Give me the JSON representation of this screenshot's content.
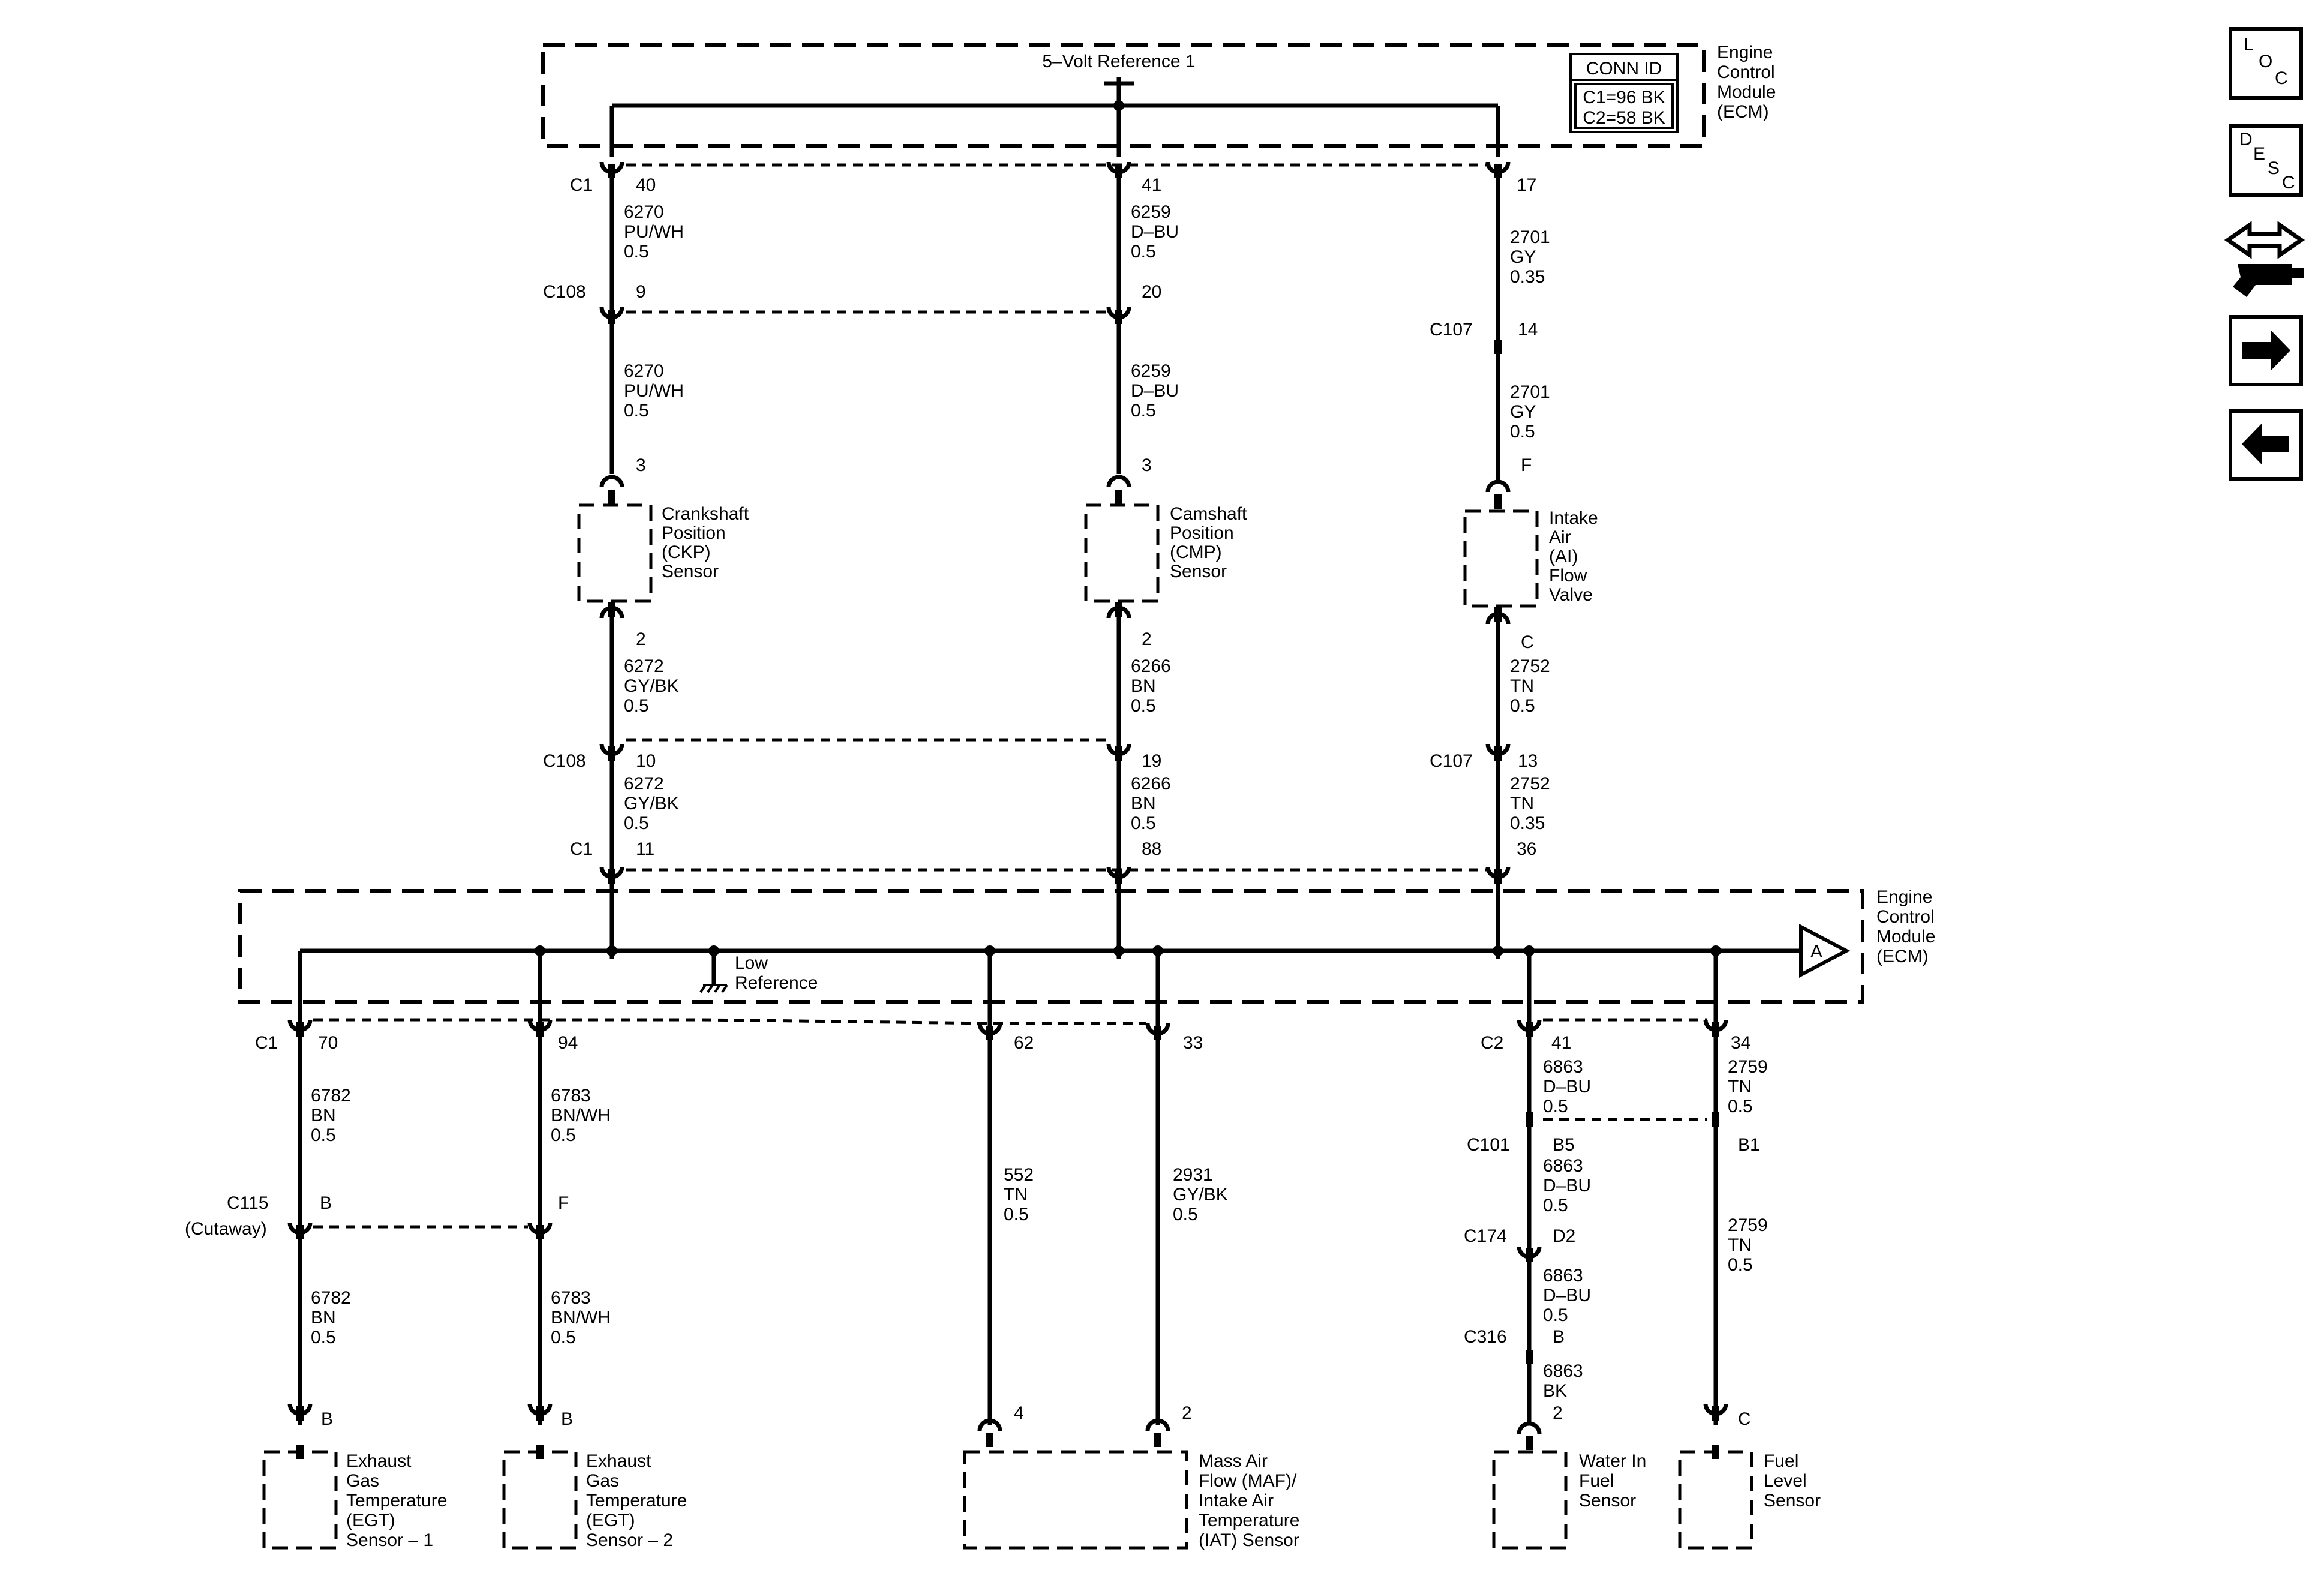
{
  "ecm_top": {
    "title_lines": [
      "Engine",
      "Control",
      "Module",
      "(ECM)"
    ],
    "supply_label": "5–Volt Reference 1",
    "conn_id": {
      "header": "CONN ID",
      "rows": [
        "C1=96 BK",
        "C2=58 BK"
      ]
    }
  },
  "ecm_bottom": {
    "title_lines": [
      "Engine",
      "Control",
      "Module",
      "(ECM)"
    ],
    "ground_label_lines": [
      "Low",
      "Reference"
    ],
    "offpage_ref": "A"
  },
  "connectors": {
    "c1": "C1",
    "c2": "C2",
    "c101": "C101",
    "c107": "C107",
    "c108": "C108",
    "c115": "C115",
    "c115_note": "(Cutaway)",
    "c174": "C174",
    "c316": "C316"
  },
  "pins": {
    "p40": "40",
    "p41": "41",
    "p17": "17",
    "p9": "9",
    "p20": "20",
    "p14": "14",
    "ckp_3": "3",
    "cmp_3": "3",
    "ai_f": "F",
    "ckp_2": "2",
    "cmp_2": "2",
    "ai_c": "C",
    "p10": "10",
    "p19": "19",
    "p13": "13",
    "p11": "11",
    "p88": "88",
    "p36": "36",
    "p70": "70",
    "p94": "94",
    "p62": "62",
    "p33": "33",
    "c2_41": "41",
    "c2_34": "34",
    "c101_b5": "B5",
    "c101_b1": "B1",
    "c115_b": "B",
    "c115_f": "F",
    "c174_d2": "D2",
    "c316_b": "B",
    "egt1_b": "B",
    "egt2_b": "B",
    "maf_4": "4",
    "maf_2": "2",
    "wif_2": "2",
    "fls_c": "C"
  },
  "wires": {
    "w1": [
      "6270",
      "PU/WH",
      "0.5"
    ],
    "w2": [
      "6259",
      "D–BU",
      "0.5"
    ],
    "w3": [
      "2701",
      "GY",
      "0.35"
    ],
    "w4": [
      "6270",
      "PU/WH",
      "0.5"
    ],
    "w5": [
      "6259",
      "D–BU",
      "0.5"
    ],
    "w6": [
      "2701",
      "GY",
      "0.5"
    ],
    "w7": [
      "6272",
      "GY/BK",
      "0.5"
    ],
    "w8": [
      "6266",
      "BN",
      "0.5"
    ],
    "w9": [
      "2752",
      "TN",
      "0.5"
    ],
    "w10": [
      "6272",
      "GY/BK",
      "0.5"
    ],
    "w11": [
      "6266",
      "BN",
      "0.5"
    ],
    "w12": [
      "2752",
      "TN",
      "0.35"
    ],
    "w13": [
      "6782",
      "BN",
      "0.5"
    ],
    "w14": [
      "6783",
      "BN/WH",
      "0.5"
    ],
    "w15": [
      "552",
      "TN",
      "0.5"
    ],
    "w16": [
      "2931",
      "GY/BK",
      "0.5"
    ],
    "w17": [
      "6863",
      "D–BU",
      "0.5"
    ],
    "w18": [
      "2759",
      "TN",
      "0.5"
    ],
    "w19": [
      "6863",
      "D–BU",
      "0.5"
    ],
    "w20": [
      "6863",
      "D–BU",
      "0.5"
    ],
    "w21": [
      "6863",
      "BK"
    ],
    "w22": [
      "2759",
      "TN",
      "0.5"
    ],
    "w23": [
      "6782",
      "BN",
      "0.5"
    ],
    "w24": [
      "6783",
      "BN/WH",
      "0.5"
    ]
  },
  "components": {
    "ckp": [
      "Crankshaft",
      "Position",
      "(CKP)",
      "Sensor"
    ],
    "cmp": [
      "Camshaft",
      "Position",
      "(CMP)",
      "Sensor"
    ],
    "ai": [
      "Intake",
      "Air",
      "(AI)",
      "Flow",
      "Valve"
    ],
    "egt1": [
      "Exhaust",
      "Gas",
      "Temperature",
      "(EGT)",
      "Sensor – 1"
    ],
    "egt2": [
      "Exhaust",
      "Gas",
      "Temperature",
      "(EGT)",
      "Sensor – 2"
    ],
    "maf": [
      "Mass Air",
      "Flow (MAF)/",
      "Intake Air",
      "Temperature",
      "(IAT) Sensor"
    ],
    "wif": [
      "Water In",
      "Fuel",
      "Sensor"
    ],
    "fls": [
      "Fuel",
      "Level",
      "Sensor"
    ]
  },
  "nav": {
    "loc": {
      "letters": [
        "L",
        "O",
        "C"
      ]
    },
    "desc": {
      "letters": [
        "D",
        "E",
        "S",
        "C"
      ]
    },
    "diag": "diagnostic-arrows-icon",
    "next": "arrow-right-icon",
    "prev": "arrow-left-icon"
  }
}
